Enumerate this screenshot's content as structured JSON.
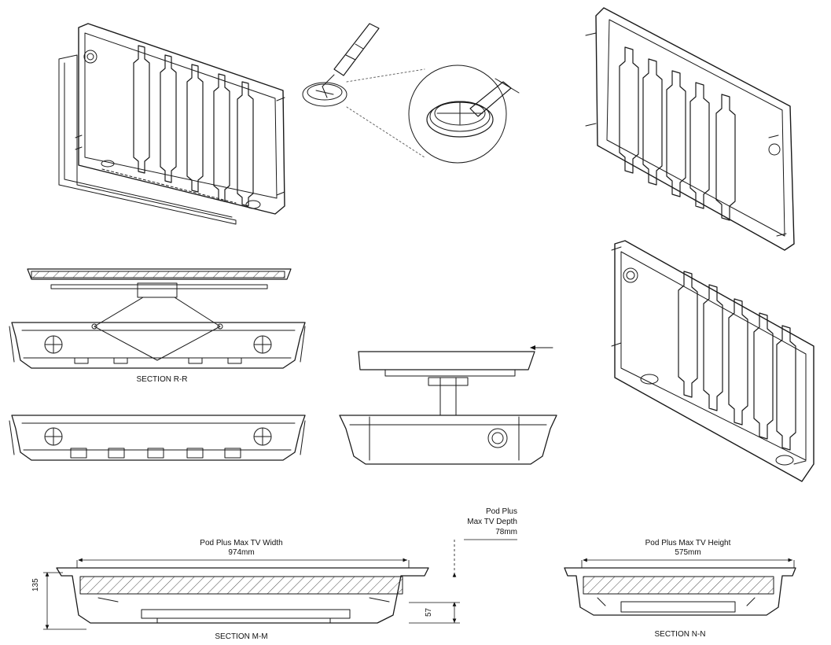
{
  "sections": {
    "r": "SECTION R-R",
    "m": "SECTION M-M",
    "n": "SECTION N-N"
  },
  "width_dim": {
    "label": "Pod Plus Max TV Width",
    "value": "974mm"
  },
  "height_dim": {
    "label": "Pod Plus Max TV Height",
    "value": "575mm"
  },
  "depth_dim": {
    "line1": "Pod Plus",
    "line2": "Max TV Depth",
    "value": "78mm"
  },
  "side_dims": {
    "overall": "135",
    "recess": "57"
  },
  "colors": {
    "line": "#1a1a1a",
    "hatch": "#333333",
    "paper": "#ffffff",
    "leader": "#666666"
  },
  "icons": [
    "wall-box-iso-front",
    "knockout-cutter-detail",
    "wall-box-iso-back",
    "wall-box-iso-open",
    "mount-front-elevation",
    "mount-side-elevation"
  ]
}
